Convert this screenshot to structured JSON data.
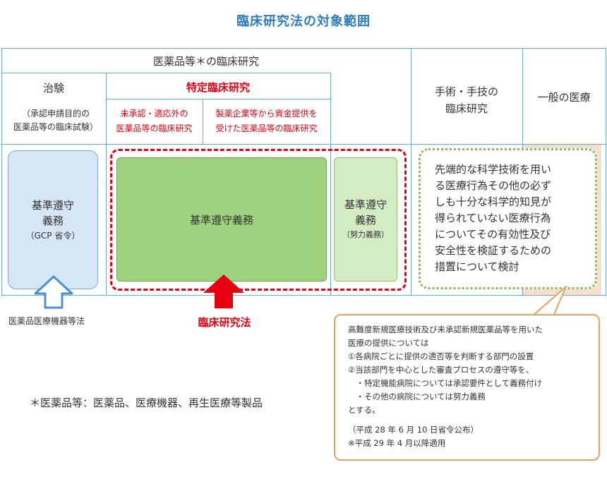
{
  "title": "臨床研究法の対象範囲",
  "header": {
    "drug_research": "医薬品等＊の臨床研究",
    "trial": "治験",
    "trial_note": [
      "（承認申請目的の",
      "医薬品等の臨床試験）"
    ],
    "specific": "特定臨床研究",
    "specific_a": [
      "未承認・適応外の",
      "医薬品等の臨床研究"
    ],
    "specific_b": [
      "製薬企業等から資金提供を",
      "受けた医薬品等の臨床研究"
    ],
    "surgery": [
      "手術・手技の",
      "臨床研究"
    ],
    "general": "一般の医療"
  },
  "boxes": {
    "gcp": [
      "基準遵守",
      "義務",
      "（GCP 省令）"
    ],
    "mandatory": "基準遵守義務",
    "effort": [
      "基準遵守",
      "義務",
      "（努力義務）"
    ],
    "advanced": [
      "先端的な科学技術を用い",
      "る医療行為その他の必ず",
      "しも十分な科学的知見が",
      "得られていない医療行為",
      "についてその有効性及び",
      "安全性を検証するための",
      "措置について検討"
    ]
  },
  "labels": {
    "pmd_act": "医薬品医療機器等法",
    "clinical_act": "臨床研究法",
    "footnote": "＊医薬品等：医薬品、医療機器、再生医療等製品"
  },
  "callout": {
    "lines": [
      "高難度新規医療技術及び未承認新規医薬品等を用いた",
      "医療の提供については",
      "①各病院ごとに提供の適否等を判断する部門の設置",
      "②当該部門を中心とした審査プロセスの遵守等を、",
      "　・特定機能病院については承認要件として義務付け",
      "　・その他の病院については努力義務",
      "とする。"
    ],
    "notes": [
      "（平成 28 年 6 月 10 日省令公布）",
      "※平成 29 年 4 月以降適用"
    ]
  },
  "colors": {
    "title": "#2f7bbf",
    "grid": "#6fa6d6",
    "red": "#e60012",
    "gcp_fill": "#d6e6f5",
    "mandatory_fill": "#9ed27f",
    "effort_fill": "#d4ecc4",
    "green_dash": "#7fbf4e",
    "peach_fill": "#f6dfcc",
    "orange_border": "#e8a05a"
  }
}
